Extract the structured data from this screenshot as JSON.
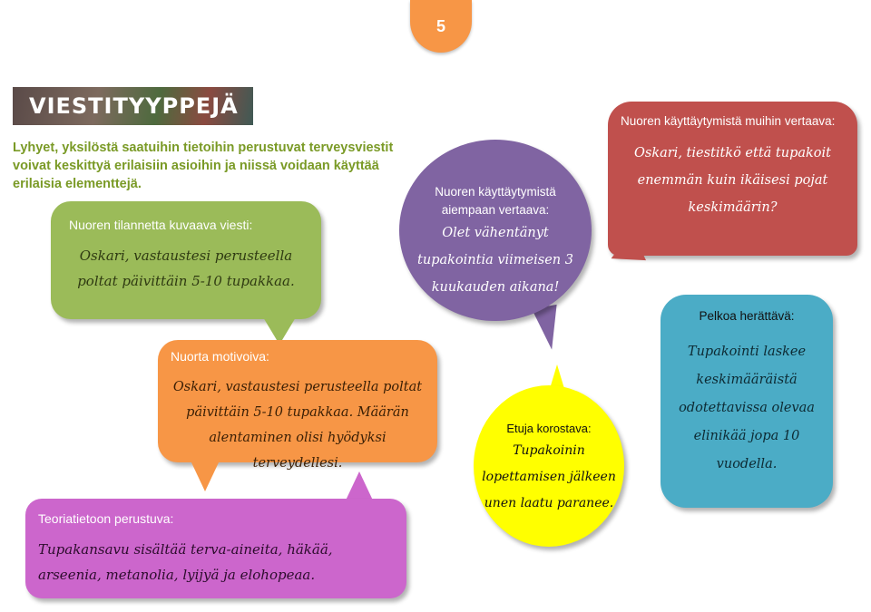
{
  "slide_number": "5",
  "banner": "VIESTITYYPPEJÄ",
  "intro": "Lyhyet, yksilöstä saatuihin tietoihin perustuvat terveysviestit voivat keskittyä erilaisiin asioihin ja niissä voidaan käyttää erilaisia elementtejä.",
  "bubbles": {
    "green": {
      "label": "Nuoren tilannetta kuvaava viesti:",
      "text": "Oskari, vastaustesi perusteella poltat päivittäin 5-10 tupakkaa.",
      "color": "#9bbb59"
    },
    "orange": {
      "label": "Nuorta motivoiva:",
      "text": "Oskari, vastaustesi perusteella poltat päivittäin 5-10 tupakkaa. Määrän alentaminen olisi hyödyksi terveydellesi.",
      "color": "#f79646"
    },
    "pink": {
      "label": "Teoriatietoon perustuva:",
      "text": "Tupakansavu sisältää terva-aineita, häkää, arseenia, metanolia, lyijyä ja elohopeaa.",
      "color": "#cc66cc"
    },
    "purple": {
      "label": "Nuoren käyttäytymistä aiempaan vertaava:",
      "text": "Olet vähentänyt tupakointia viimeisen 3 kuukauden aikana!",
      "color": "#8064a2"
    },
    "yellow": {
      "label": "Etuja korostava:",
      "text": "Tupakoinin lopettamisen jälkeen unen laatu paranee.",
      "color": "#ffff00"
    },
    "red": {
      "label": "Nuoren käyttäytymistä muihin vertaava:",
      "text": "Oskari, tiestitkö että tupakoit enemmän kuin ikäisesi pojat keskimäärin?",
      "color": "#c0504d"
    },
    "teal": {
      "label": "Pelkoa herättävä:",
      "text": "Tupakointi laskee keskimääräistä odotettavissa olevaa elinikää jopa 10 vuodella.",
      "color": "#4bacc6"
    }
  }
}
